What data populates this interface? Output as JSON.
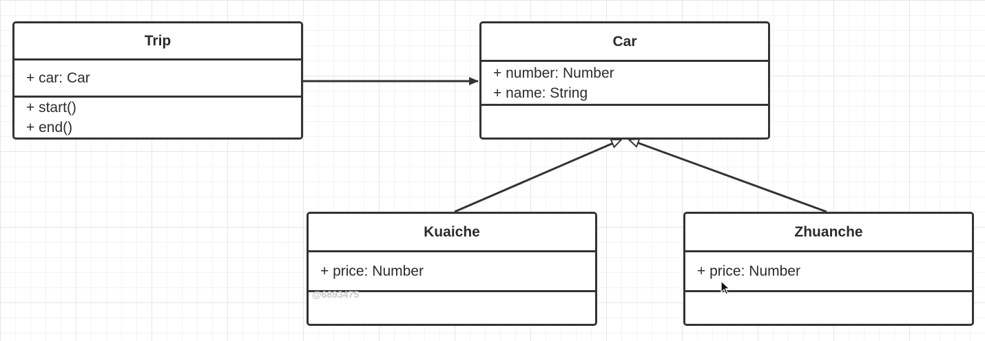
{
  "classes": {
    "trip": {
      "name": "Trip",
      "attributes": [
        "+ car: Car"
      ],
      "operations": [
        "+ start()",
        "+ end()"
      ]
    },
    "car": {
      "name": "Car",
      "attributes": [
        "+ number: Number",
        "+ name: String"
      ],
      "operations": []
    },
    "kuaiche": {
      "name": "Kuaiche",
      "attributes": [
        "+ price: Number"
      ],
      "operations": []
    },
    "zhuanche": {
      "name": "Zhuanche",
      "attributes": [
        "+ price: Number"
      ],
      "operations": []
    }
  },
  "relationships": [
    {
      "from": "Trip",
      "to": "Car",
      "type": "association"
    },
    {
      "from": "Kuaiche",
      "to": "Car",
      "type": "generalization"
    },
    {
      "from": "Zhuanche",
      "to": "Car",
      "type": "generalization"
    }
  ],
  "watermark": "@6893475",
  "colors": {
    "stroke": "#333333",
    "background": "#ffffff",
    "grid": "#e6e6e6"
  }
}
